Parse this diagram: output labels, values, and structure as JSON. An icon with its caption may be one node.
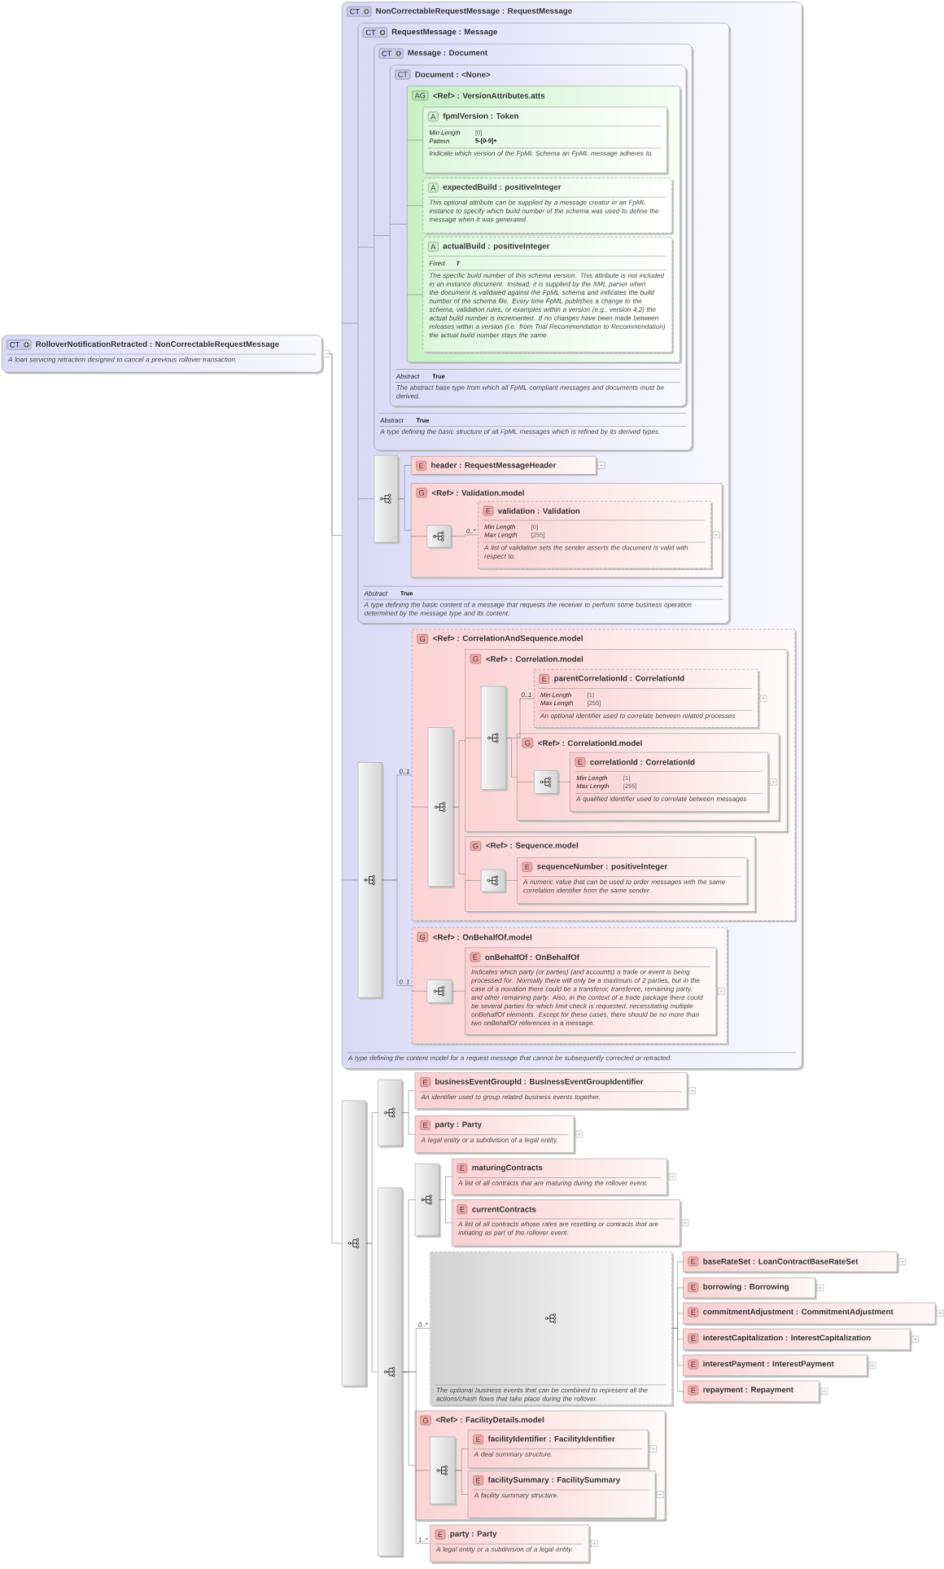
{
  "diagram": {
    "nodes": [
      {
        "text": [
          "CT",
          "RolloverNotificationRetracted : NonCorrectableRequestMessage",
          "A loan servicing retraction designed to cancel a previous rollover transaction."
        ]
      },
      {
        "text": [
          "CT",
          "NonCorrectableRequestMessage : RequestMessage",
          "A type defining the content model for a request message that cannot be subsequently corrected or retracted."
        ]
      },
      {
        "text": [
          "CT",
          "RequestMessage : Message",
          "Abstract",
          "True",
          "A type defining the basic content of a message that requests the receiver to perform some business operation determined by the message type and its content."
        ],
        "in": 1
      },
      {
        "text": [
          "CT",
          "Message : Document",
          "Abstract",
          "True",
          "A type defining the basic structure of all FpML messages which is refined by its derived types."
        ],
        "in": 2
      },
      {
        "text": [
          "CT",
          "Document : <None>",
          "Abstract",
          "True",
          "The abstract base type from which all FpML compliant messages and documents must be derived."
        ],
        "in": 3
      },
      {
        "text": [
          "AG",
          "<Ref> : VersionAttributes.atts"
        ],
        "in": 4
      },
      {
        "text": [
          "A",
          "fpmlVersion : Token",
          "Min Length",
          "[0]",
          "Pattern",
          "5-[0-9]+",
          "Indicate which version of the FpML Schema an FpML message adheres to."
        ],
        "in": 5
      },
      {
        "text": [
          "A",
          "expectedBuild : positiveInteger",
          "This optional attribute can be supplied by a message creator in an FpML instance to specify which build number of the schema was used to define the message when it was generated."
        ],
        "in": 5
      },
      {
        "text": [
          "A",
          "actualBuild : positiveInteger",
          "Fixed",
          "7",
          "The specific build number of this schema version. This attribute is not included in an instance document. Instead, it is supplied by the XML parser when the document is validated against the FpML schema and indicates the build number of the schema file. Every time FpML publishes a change to the schema, validation rules, or examples within a version (e.g., version 4.2) the actual build number is incremented. If no changes have been made between releases within a version (i.e. from Trial Recommendation to Recommendation) the actual build number stays the same."
        ],
        "in": 5
      },
      {
        "text": [],
        "shape": "bar",
        "in": 2
      },
      {
        "text": [
          "E",
          "header : RequestMessageHeader"
        ],
        "in": 2
      },
      {
        "text": [
          "G",
          "<Ref> : Validation.model"
        ],
        "in": 2
      },
      {
        "text": [],
        "shape": "box",
        "in": 11
      },
      {
        "text": [
          "E",
          "validation : Validation",
          "Min Length",
          "[0]",
          "Max Length",
          "[255]",
          "A list of validation sets the sender asserts the document is valid with respect to."
        ],
        "in": 11
      },
      {
        "text": [],
        "shape": "bar",
        "in": 1
      },
      {
        "text": [
          "G",
          "<Ref> : CorrelationAndSequence.model"
        ],
        "in": 1
      },
      {
        "text": [],
        "shape": "bar",
        "in": 15
      },
      {
        "text": [
          "G",
          "<Ref> : Correlation.model"
        ],
        "in": 15
      },
      {
        "text": [],
        "shape": "bar",
        "in": 17
      },
      {
        "text": [
          "E",
          "parentCorrelationId : CorrelationId",
          "Min Length",
          "[1]",
          "Max Length",
          "[255]",
          "An optional identifier used to correlate between related processes"
        ],
        "in": 17
      },
      {
        "text": [
          "G",
          "<Ref> : CorrelationId.model"
        ],
        "in": 17
      },
      {
        "text": [],
        "shape": "box",
        "in": 20
      },
      {
        "text": [
          "E",
          "correlationId : CorrelationId",
          "Min Length",
          "[1]",
          "Max Length",
          "[255]",
          "A qualified identifier used to correlate between messages"
        ],
        "in": 20
      },
      {
        "text": [
          "G",
          "<Ref> : Sequence.model"
        ],
        "in": 15
      },
      {
        "text": [],
        "shape": "box",
        "in": 23
      },
      {
        "text": [
          "E",
          "sequenceNumber : positiveInteger",
          "A numeric value that can be used to order messages with the same correlation identifier from the same sender."
        ],
        "in": 23
      },
      {
        "text": [
          "G",
          "<Ref> : OnBehalfOf.model"
        ],
        "in": 1
      },
      {
        "text": [],
        "shape": "box",
        "in": 26
      },
      {
        "text": [
          "E",
          "onBehalfOf : OnBehalfOf",
          "Indicates which party (or parties) (and accounts) a trade or event is being processed for. Normally there will only be a maximum of 2 parties, but in the case of a novation there could be a transferor, transferee, remaining party, and other remaining party. Also, in the context of a trade package there could be several parties for which limit check is requested, necessitating multiple onBehalfOf elements. Except for these cases, there should be no more than two onBehalfOf references in a message."
        ],
        "in": 26
      },
      {
        "text": [],
        "shape": "bar"
      },
      {
        "text": [],
        "shape": "bar"
      },
      {
        "text": [
          "E",
          "businessEventGroupId : BusinessEventGroupIdentifier",
          "An identifier used to group related business events together."
        ]
      },
      {
        "text": [
          "E",
          "party : Party",
          "A legal entity or a subdivision of a legal entity."
        ]
      },
      {
        "text": [],
        "shape": "bar"
      },
      {
        "text": [],
        "shape": "bar"
      },
      {
        "text": [
          "E",
          "maturingContracts",
          "A list of all contracts that are maturing during the rollover event."
        ]
      },
      {
        "text": [
          "E",
          "currentContracts",
          "A list of all contracts whose rates are resetting or contracts that are initiating as part of the rollover event."
        ]
      },
      {
        "text": [
          "The optional business events that can be combined to represent all the actions/chash flows that take place during the rollover."
        ]
      },
      {
        "text": [
          "E",
          "baseRateSet : LoanContractBaseRateSet"
        ]
      },
      {
        "text": [
          "E",
          "borrowing : Borrowing"
        ]
      },
      {
        "text": [
          "E",
          "commitmentAdjustment : CommitmentAdjustment"
        ]
      },
      {
        "text": [
          "E",
          "interestCapitalization : InterestCapitalization"
        ]
      },
      {
        "text": [
          "E",
          "interestPayment : InterestPayment"
        ]
      },
      {
        "text": [
          "E",
          "repayment : Repayment"
        ]
      },
      {
        "text": [
          "G",
          "<Ref> : FacilityDetails.model"
        ]
      },
      {
        "text": [],
        "shape": "bar",
        "in": 44
      },
      {
        "text": [
          "E",
          "facilityIdentifier : FacilityIdentifier",
          "A deal summary structure."
        ],
        "in": 44
      },
      {
        "text": [
          "E",
          "facilitySummary : FacilitySummary",
          "A facility summary structure."
        ],
        "in": 44
      },
      {
        "text": [
          "E",
          "party : Party",
          "A legal entity or a subdivision of a legal entity."
        ]
      }
    ],
    "edges": [
      {
        "from": 0,
        "to": 1,
        "arrow": "none"
      },
      {
        "from": 0,
        "to": 29,
        "arrow": "none"
      },
      {
        "from": 1,
        "to": 2,
        "arrow": "none"
      },
      {
        "from": 1,
        "to": 14,
        "arrow": "none"
      },
      {
        "from": 2,
        "to": 3,
        "arrow": "none"
      },
      {
        "from": 2,
        "to": 9,
        "arrow": "none"
      },
      {
        "from": 3,
        "to": 4,
        "arrow": "none"
      },
      {
        "from": 4,
        "to": 5,
        "arrow": "none"
      },
      {
        "from": 5,
        "to": 6,
        "arrow": "none"
      },
      {
        "from": 5,
        "to": 7,
        "arrow": "none"
      },
      {
        "from": 5,
        "to": 8,
        "arrow": "none"
      },
      {
        "from": 9,
        "to": 10,
        "arrow": "none"
      },
      {
        "from": 9,
        "to": 11,
        "arrow": "none"
      },
      {
        "from": 11,
        "to": 12,
        "arrow": "none"
      },
      {
        "from": 12,
        "to": 13,
        "arrow": "none",
        "label": "0..*"
      },
      {
        "from": 14,
        "to": 15,
        "arrow": "none",
        "label": "0..1"
      },
      {
        "from": 14,
        "to": 26,
        "arrow": "none",
        "label": "0..1"
      },
      {
        "from": 15,
        "to": 16,
        "arrow": "none"
      },
      {
        "from": 16,
        "to": 17,
        "arrow": "none"
      },
      {
        "from": 16,
        "to": 23,
        "arrow": "none"
      },
      {
        "from": 17,
        "to": 18,
        "arrow": "none"
      },
      {
        "from": 18,
        "to": 19,
        "arrow": "none",
        "label": "0..1"
      },
      {
        "from": 18,
        "to": 20,
        "arrow": "none"
      },
      {
        "from": 20,
        "to": 21,
        "arrow": "none"
      },
      {
        "from": 21,
        "to": 22,
        "arrow": "none"
      },
      {
        "from": 23,
        "to": 24,
        "arrow": "none"
      },
      {
        "from": 24,
        "to": 25,
        "arrow": "none"
      },
      {
        "from": 26,
        "to": 27,
        "arrow": "none"
      },
      {
        "from": 27,
        "to": 28,
        "arrow": "none"
      },
      {
        "from": 29,
        "to": 30,
        "arrow": "none"
      },
      {
        "from": 29,
        "to": 33,
        "arrow": "none"
      },
      {
        "from": 30,
        "to": 31,
        "arrow": "none"
      },
      {
        "from": 30,
        "to": 32,
        "arrow": "none"
      },
      {
        "from": 33,
        "to": 34,
        "arrow": "none"
      },
      {
        "from": 33,
        "to": 37,
        "arrow": "none",
        "label": "0..*"
      },
      {
        "from": 33,
        "to": 44,
        "arrow": "none"
      },
      {
        "from": 33,
        "to": 48,
        "arrow": "none",
        "label": "1..*"
      },
      {
        "from": 34,
        "to": 35,
        "arrow": "none"
      },
      {
        "from": 34,
        "to": 36,
        "arrow": "none"
      },
      {
        "from": 37,
        "to": 38,
        "arrow": "none"
      },
      {
        "from": 37,
        "to": 39,
        "arrow": "none"
      },
      {
        "from": 37,
        "to": 40,
        "arrow": "none"
      },
      {
        "from": 37,
        "to": 41,
        "arrow": "none"
      },
      {
        "from": 37,
        "to": 42,
        "arrow": "none"
      },
      {
        "from": 37,
        "to": 43,
        "arrow": "none"
      },
      {
        "from": 44,
        "to": 45,
        "arrow": "none"
      },
      {
        "from": 45,
        "to": 46,
        "arrow": "none"
      },
      {
        "from": 45,
        "to": 47,
        "arrow": "none"
      }
    ]
  }
}
